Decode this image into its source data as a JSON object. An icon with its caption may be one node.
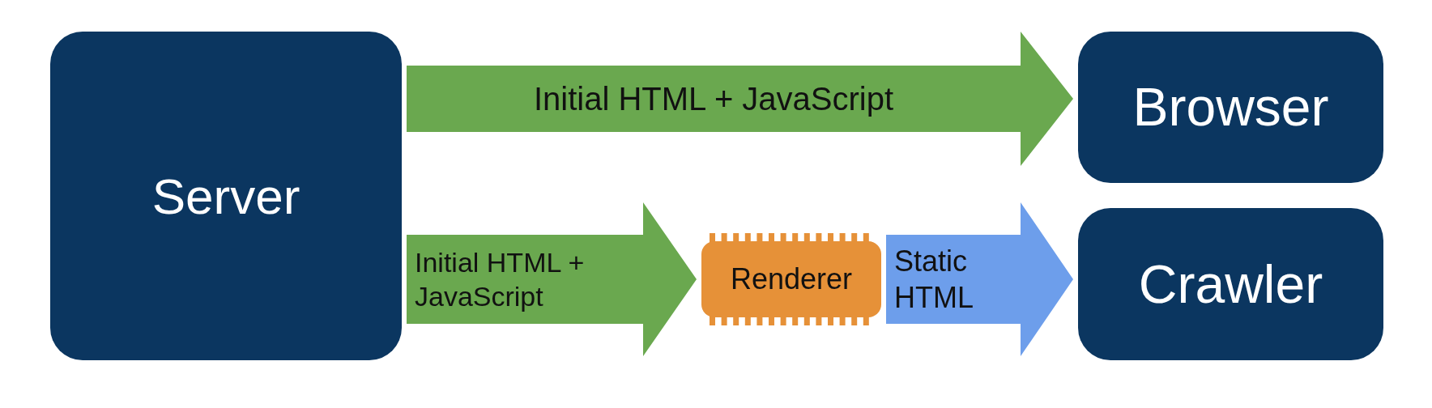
{
  "diagram": {
    "nodes": [
      {
        "text": [
          "Server"
        ]
      },
      {
        "text": [
          "Browser"
        ]
      },
      {
        "text": [
          "Renderer"
        ]
      },
      {
        "text": [
          "Crawler"
        ]
      }
    ],
    "edges": [
      {
        "from": 0,
        "to": 1,
        "arrow": "to",
        "label": "Initial HTML + JavaScript",
        "style": "thick"
      },
      {
        "from": 0,
        "to": 2,
        "arrow": "to",
        "label": "Initial HTML + JavaScript",
        "style": "thick"
      },
      {
        "from": 2,
        "to": 3,
        "arrow": "to",
        "label": "Static HTML",
        "style": "thick",
        "color": "#6d9eeb"
      }
    ]
  }
}
